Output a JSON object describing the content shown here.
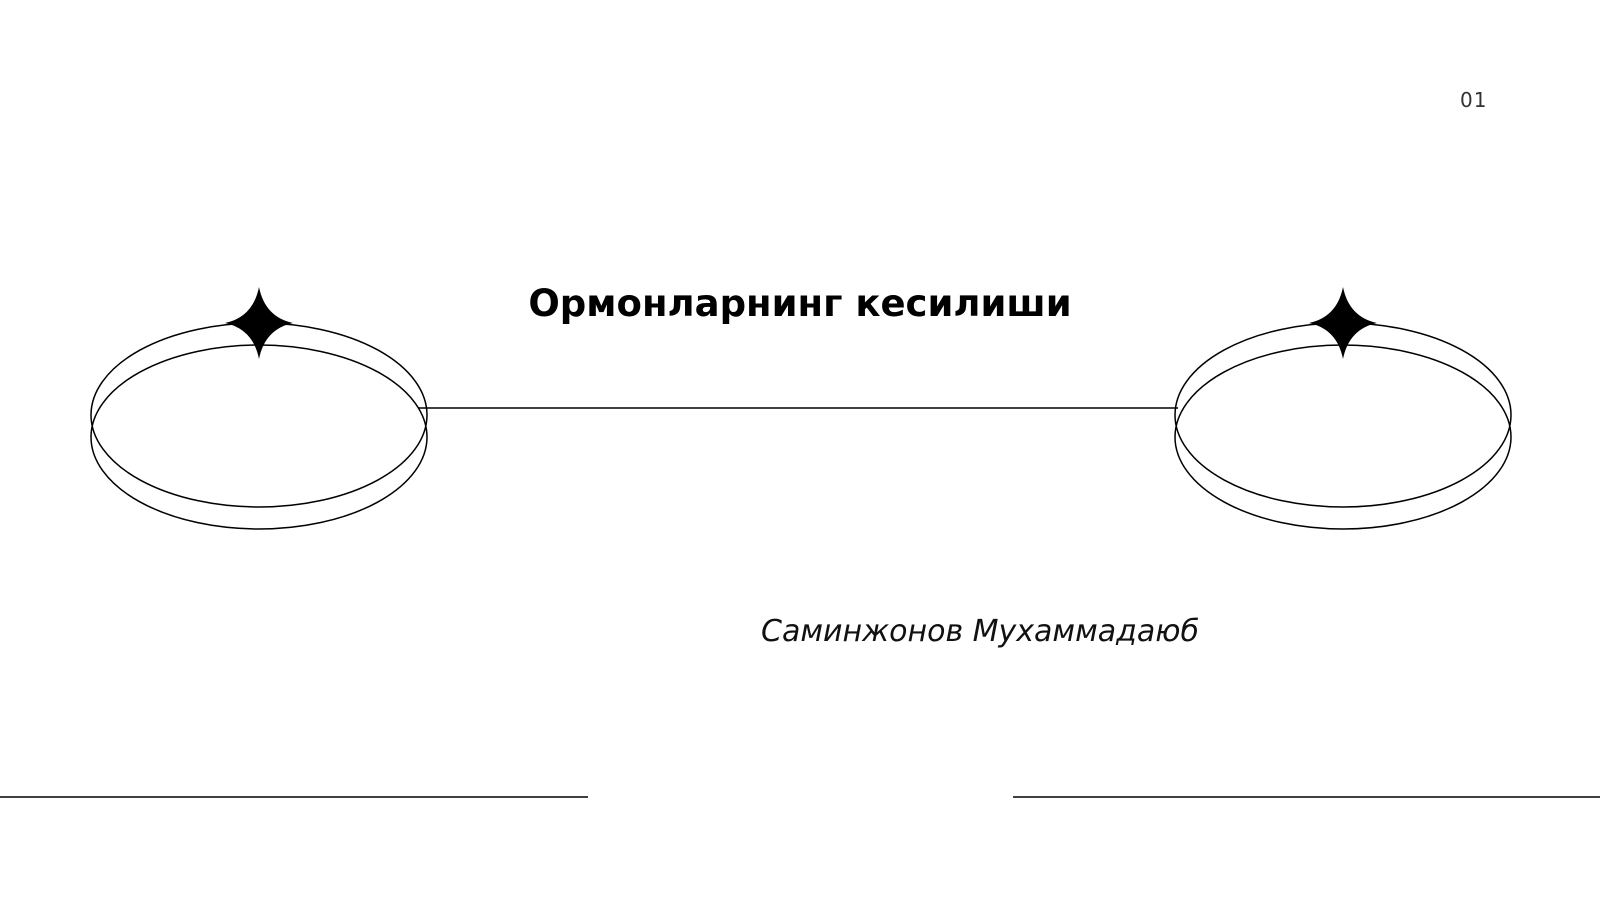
{
  "slide": {
    "page_number": "01",
    "title": "Ормонларнинг кесилиши",
    "author": "Саминжонов Мухаммадаюб"
  },
  "icons": {
    "left_orbit": "orbit-ring-with-star-icon",
    "right_orbit": "orbit-ring-with-star-icon"
  },
  "colors": {
    "background": "#ffffff",
    "ink": "#000000"
  }
}
